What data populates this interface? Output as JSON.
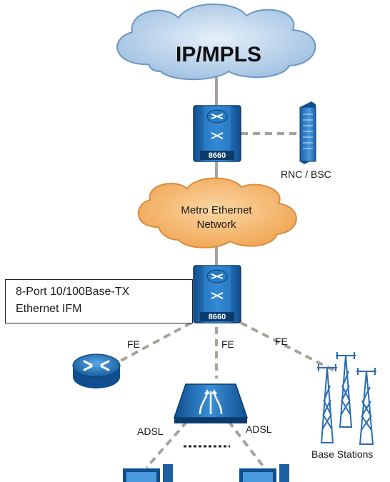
{
  "diagram": {
    "core_cloud": {
      "label": "IP/MPLS",
      "color": "#bcd3ea"
    },
    "metro_cloud": {
      "line1": "Metro Ethernet",
      "line2": "Network",
      "color": "#f5bb73"
    },
    "core_switch": {
      "model": "8660"
    },
    "edge_switch": {
      "model": "8660"
    },
    "controller": {
      "label": "RNC / BSC"
    },
    "interface_module": {
      "line1": "8-Port 10/100Base-TX",
      "line2": "Ethernet IFM"
    },
    "links": {
      "fe_left": "FE",
      "fe_center": "FE",
      "fe_right": "FE",
      "adsl_left": "ADSL",
      "adsl_right": "ADSL"
    },
    "base_stations": {
      "label": "Base Stations"
    },
    "colors": {
      "device_blue": "#1e6fb8",
      "link_gray": "#a8a39a",
      "tower_blue": "#2a6db0"
    }
  }
}
